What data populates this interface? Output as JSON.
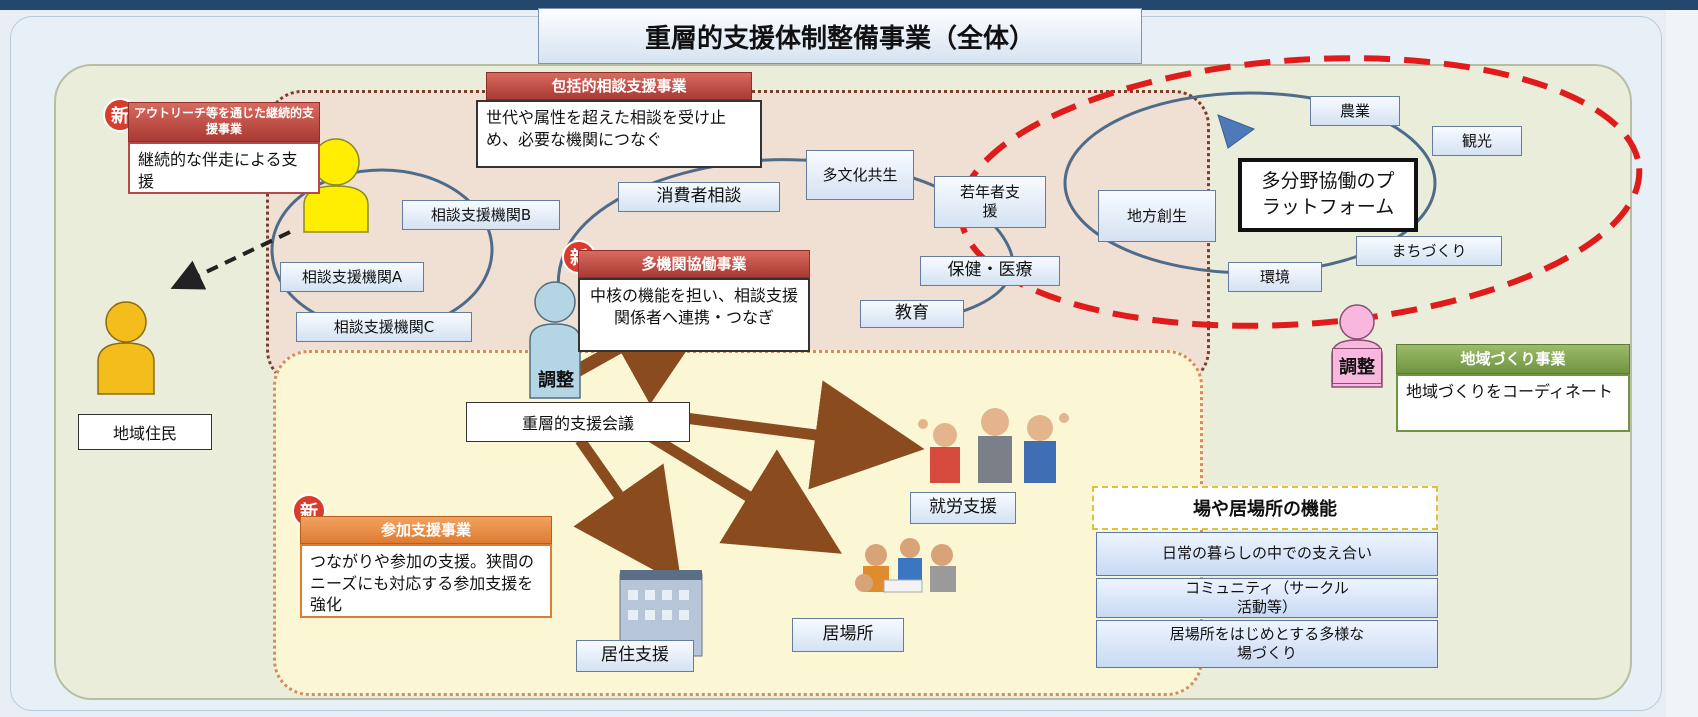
{
  "title": "重層的支援体制整備事業（全体）",
  "outreach": {
    "badge": "新",
    "header": "アウトリーチ等を通じた継続的支援事業",
    "body": "継続的な伴走による支援"
  },
  "comprehensive": {
    "header": "包括的相談支援事業",
    "body": "世代や属性を超えた相談を受け止め、必要な機関につなぐ"
  },
  "consult_nodes": {
    "a": "相談支援機関A",
    "b": "相談支援機関B",
    "c": "相談支援機関C",
    "consumer": "消費者相談",
    "multicultural": "多文化共生",
    "youth": "若年者支援",
    "health": "保健・医療",
    "education": "教育"
  },
  "multi_agency": {
    "badge": "新",
    "header": "多機関協働事業",
    "body": "中核の機能を担い、相談支援関係者へ連携・つなぎ"
  },
  "coordination_label": "調整",
  "coordination_label_2": "調整",
  "meeting": "重層的支援会議",
  "resident": "地域住民",
  "platform": {
    "center": "多分野協働のプラットフォーム",
    "agriculture": "農業",
    "tourism": "観光",
    "regional": "地方創生",
    "town": "まちづくり",
    "environment": "環境"
  },
  "community": {
    "header": "地域づくり事業",
    "body": "地域づくりをコーディネート"
  },
  "participation": {
    "badge": "新",
    "header": "参加支援事業",
    "body": "つながりや参加の支援。狭間のニーズにも対応する参加支援を強化"
  },
  "employment": "就労支援",
  "housing": "居住支援",
  "ibasho": "居場所",
  "functions": {
    "title": "場や居場所の機能",
    "items": [
      "日常の暮らしの中での支え合い",
      "コミュニティ（サークル活動等）",
      "居場所をはじめとする多様な場づくり"
    ]
  }
}
